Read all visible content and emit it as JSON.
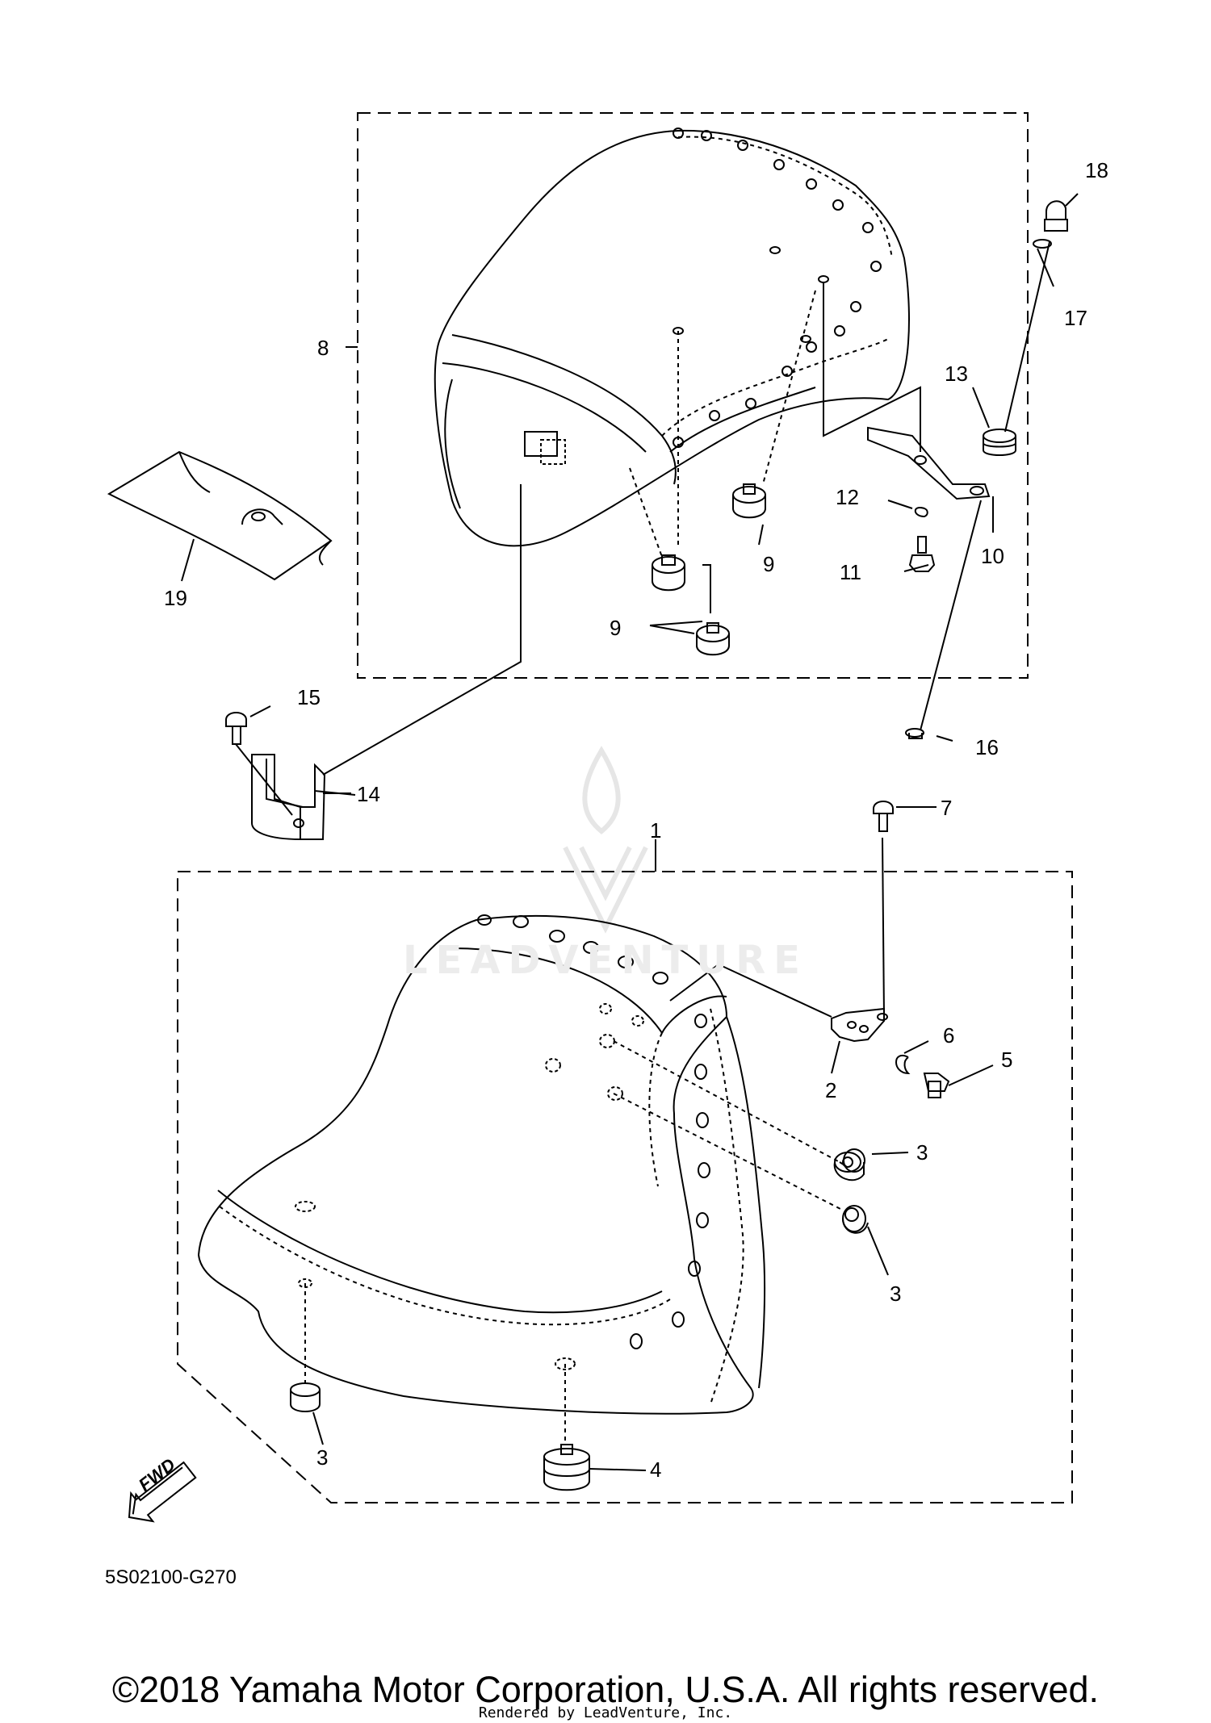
{
  "diagram": {
    "part_number_code": "5S02100-G270",
    "fwd_label": "FWD",
    "callouts": [
      {
        "id": "c1",
        "label": "1"
      },
      {
        "id": "c2",
        "label": "2"
      },
      {
        "id": "c3a",
        "label": "3"
      },
      {
        "id": "c3b",
        "label": "3"
      },
      {
        "id": "c3c",
        "label": "3"
      },
      {
        "id": "c4",
        "label": "4"
      },
      {
        "id": "c5",
        "label": "5"
      },
      {
        "id": "c6",
        "label": "6"
      },
      {
        "id": "c7",
        "label": "7"
      },
      {
        "id": "c8",
        "label": "8"
      },
      {
        "id": "c9a",
        "label": "9"
      },
      {
        "id": "c9b",
        "label": "9"
      },
      {
        "id": "c10",
        "label": "10"
      },
      {
        "id": "c11",
        "label": "11"
      },
      {
        "id": "c12",
        "label": "12"
      },
      {
        "id": "c13",
        "label": "13"
      },
      {
        "id": "c14",
        "label": "14"
      },
      {
        "id": "c15",
        "label": "15"
      },
      {
        "id": "c16",
        "label": "16"
      },
      {
        "id": "c17",
        "label": "17"
      },
      {
        "id": "c18",
        "label": "18"
      },
      {
        "id": "c19",
        "label": "19"
      }
    ]
  },
  "watermark": {
    "text": "LEADVENTURE"
  },
  "footer": {
    "copyright": "©2018 Yamaha Motor Corporation, U.S.A. All rights reserved.",
    "rendered_by": "Rendered by LeadVenture, Inc."
  }
}
